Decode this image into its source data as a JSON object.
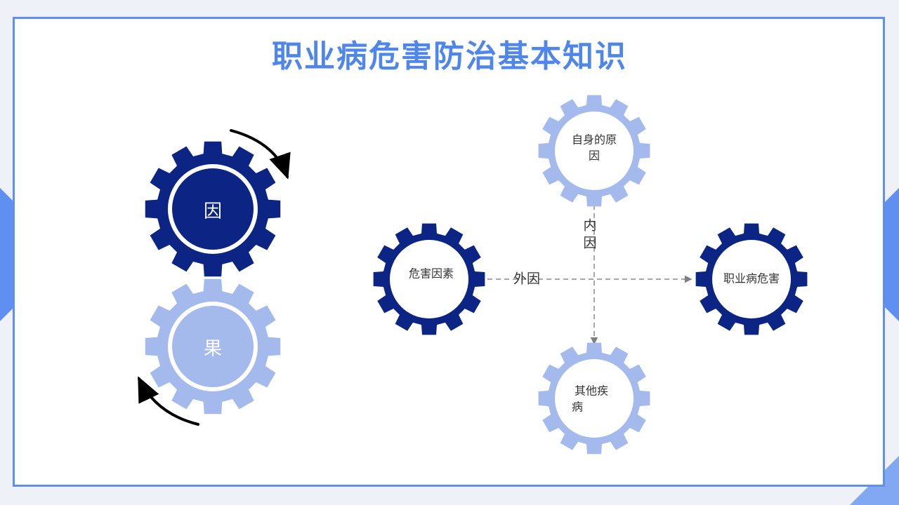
{
  "title": "职业病危害防治基本知识",
  "colors": {
    "dark_blue": "#0c2584",
    "light_blue": "#a4b9ec",
    "accent": "#5f8ff0",
    "title": "#4f86ec"
  },
  "left_gears": {
    "cause": "因",
    "effect": "果"
  },
  "nodes": {
    "self_cause": [
      "自身的原",
      "因"
    ],
    "hazard_factor": "危害因素",
    "occupational_hazard": "职业病危害",
    "other_disease": [
      "其他疾",
      "病"
    ]
  },
  "connectors": {
    "external_cause": "外因",
    "internal_cause": [
      "内",
      "因"
    ]
  }
}
